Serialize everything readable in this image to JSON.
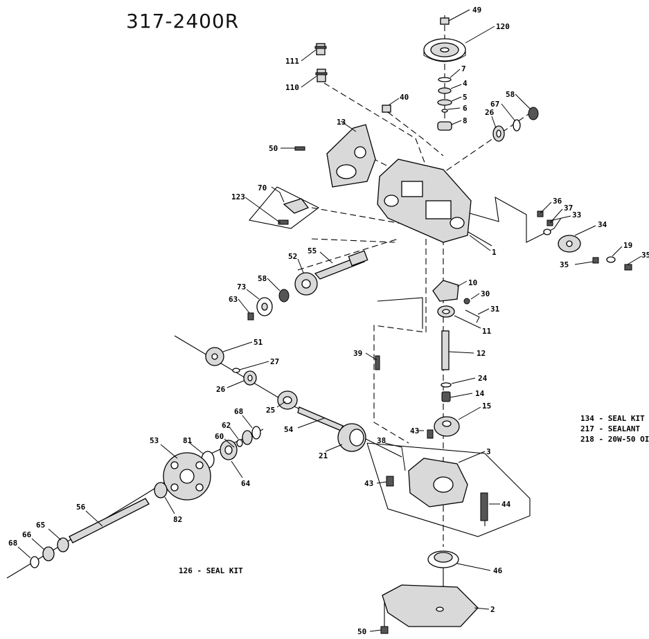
{
  "title": "317-2400R",
  "notes": {
    "right": [
      "134 - SEAL KIT",
      "217 - SEALANT",
      "218 - 20W-50 OI"
    ],
    "left": "126 - SEAL KIT"
  },
  "callouts": {
    "c49": "49",
    "c120": "120",
    "c111": "111",
    "c110": "110",
    "c40": "40",
    "c7": "7",
    "c4": "4",
    "c5": "5",
    "c6": "6",
    "c8": "8",
    "c26a": "26",
    "c67": "67",
    "c58a": "58",
    "c13": "13",
    "c50a": "50",
    "c70": "70",
    "c123": "123",
    "c36": "36",
    "c37": "37",
    "c33": "33",
    "c34": "34",
    "c19": "19",
    "c35a": "35",
    "c35b": "35",
    "c1": "1",
    "c55": "55",
    "c52": "52",
    "c58b": "58",
    "c73": "73",
    "c63": "63",
    "c10": "10",
    "c30": "30",
    "c31": "31",
    "c11": "11",
    "c51": "51",
    "c27": "27",
    "c26b": "26",
    "c39": "39",
    "c12": "12",
    "c24": "24",
    "c14": "14",
    "c15": "15",
    "c25": "25",
    "c54": "54",
    "c68a": "68",
    "c62": "62",
    "c60": "60",
    "c43a": "43",
    "c3": "3",
    "c38": "38",
    "c21": "21",
    "c53": "53",
    "c81": "81",
    "c64": "64",
    "c43b": "43",
    "c44": "44",
    "c82": "82",
    "c56": "56",
    "c65": "65",
    "c66": "66",
    "c68b": "68",
    "c46": "46",
    "c2": "2",
    "c50b": "50"
  }
}
